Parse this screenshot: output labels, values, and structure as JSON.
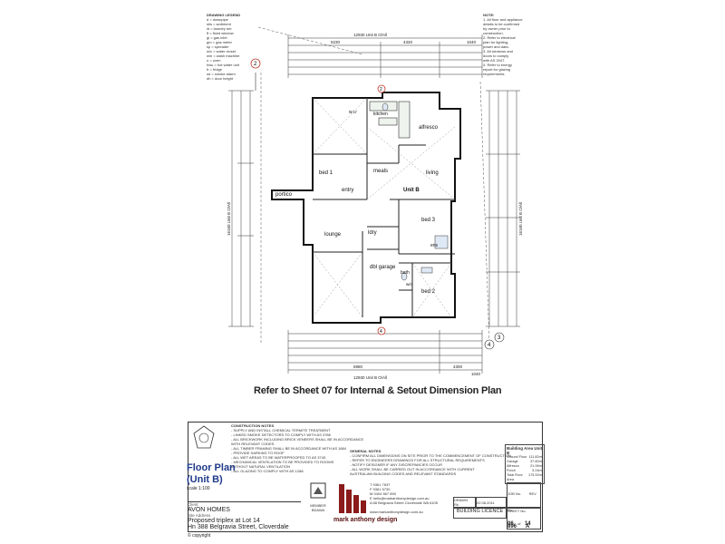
{
  "legend": {
    "title": "DRAWING LEGEND",
    "items": [
      "d = downpipe",
      "sfw = sediment",
      "ld = laundry tub",
      "ff = fixed window",
      "gi = gas inlet",
      "gm = gas meter",
      "sp = spreader",
      "w/c = water closet",
      "wm = wash machine",
      "o = oven",
      "hwu = hot water unit",
      "fr = fridge",
      "sd = smoke alarm",
      "dh = door height"
    ]
  },
  "notes": {
    "title": "NOTE:",
    "lines": [
      "1. All floor and appliance",
      "details to be confirmed",
      "by owner prior to",
      "construction.",
      "2. Refer to electrical",
      "plan for lighting,",
      "power and data.",
      "3. All windows and",
      "doors to comply",
      "with AS 2047.",
      "4. Refer to energy",
      "report for glazing",
      "requirements."
    ]
  },
  "plan": {
    "dims_top": [
      "12930 Unit B O/All",
      "5230",
      "4320",
      "1040"
    ],
    "dims_bottom": [
      "12930 Unit B O/All",
      "6980",
      "4300",
      "1040"
    ],
    "dims_left": "16160 Unit B O/All",
    "dims_right": "16160 Unit B O/All",
    "rooms": {
      "alfresco": "alfresco",
      "bed1": "bed 1",
      "meals": "meals",
      "living": "living",
      "unitb": "Unit B",
      "bed3": "bed 3",
      "entry": "entry",
      "portico": "portico",
      "lounge": "lounge",
      "ldry": "ldry",
      "dbl_garage": "dbl garage",
      "bed2": "bed 2",
      "kitchen": "kitchen",
      "wir": "w.i.r",
      "ens": "ens",
      "bath": "bath",
      "wc": "w/c"
    },
    "markers": [
      "2",
      "2",
      "4",
      "4",
      "3"
    ]
  },
  "refer_text": "Refer to Sheet 07 for Internal & Setout Dimension Plan",
  "construction_notes": {
    "title": "CONSTRUCTION NOTES",
    "lines": [
      "- SUPPLY AND INSTALL CHEMICAL TERMITE TREATMENT",
      "- LINKED SMOKE DETECTORS TO COMPLY WITH AS 3786",
      "- ALL BRICKWORK INCLUDING BRICK VENEERS SHALL BE IN ACCORDANCE",
      "  WITH RELEVANT CODES",
      "- ALL TIMBER FRAMING SHALL BE IN ACCORDANCE WITH AS 1684",
      "- PROVIDE SARKING TO ROOF",
      "- ALL WET AREAS TO BE WATERPROOFED TO AS 3740",
      "- MECHANICAL VENTILATION TO BE PROVIDED TO ROOMS",
      "  WITHOUT NATURAL VENTILATION",
      "- ALL GLAZING TO COMPLY WITH AS 1288"
    ]
  },
  "general_notes": {
    "title": "GENERAL NOTES",
    "lines": [
      "- CONFIRM ALL DIMENSIONS ON SITE PRIOR TO THE COMMENCEMENT OF CONSTRUCTION",
      "- REFER TO ENGINEERS DRAWINGS FOR ALL STRUCTURAL REQUIREMENTS",
      "- NOTIFY DESIGNER IF ANY DISCREPANCIES OCCUR",
      "- ALL WORK SHALL BE CARRIED OUT IN ACCORDANCE WITH CURRENT",
      "  AUSTRALIAN BUILDING CODES AND RELEVANT STANDARDS"
    ]
  },
  "area_table": {
    "title": "Building Area Unit B",
    "rows": [
      [
        "Ground Floor",
        "111.82m²"
      ],
      [
        "Garage",
        "37.80m²"
      ],
      [
        "Alfresco",
        "21.06m²"
      ],
      [
        "Porch",
        "3.24m²"
      ],
      [
        "Total Floor Area",
        "173.92m²"
      ]
    ]
  },
  "title_block": {
    "floor_plan_title": "Floor Plan",
    "unit": "(Unit B)",
    "scale": "scale 1:100",
    "client_label": "Client",
    "client": "AVON HOMES",
    "site_label": "Site Address",
    "site_line1": "Proposed triplex at Lot 14",
    "site_line2": "Hn 388 Belgravia Street,   Cloverdale",
    "member": "MEMBER",
    "member_org": "BDAWA",
    "company": "mark anthony design",
    "phone1": "T  9361 7637",
    "fax": "F  9361 6730",
    "mobile": "M  0404 567 890",
    "email": "E  hello@markanthonydesign.com.au",
    "address": "A  68 Belgravia Street Cloverdale WA 6105",
    "web": "www.markanthonydesign.com.au",
    "drawn_label": "DRAWN",
    "drawn": "Rk",
    "job_label": "JOB No.",
    "job": "896",
    "rev_label": "REV No.",
    "rev": "A",
    "date": "02.08.2011",
    "status": "BUILDING LICENCE",
    "sheet_label": "SHEET No.",
    "sheet_no": "06",
    "sheet_of": "of",
    "sheet_total": "14",
    "copyright": "© copyright"
  }
}
